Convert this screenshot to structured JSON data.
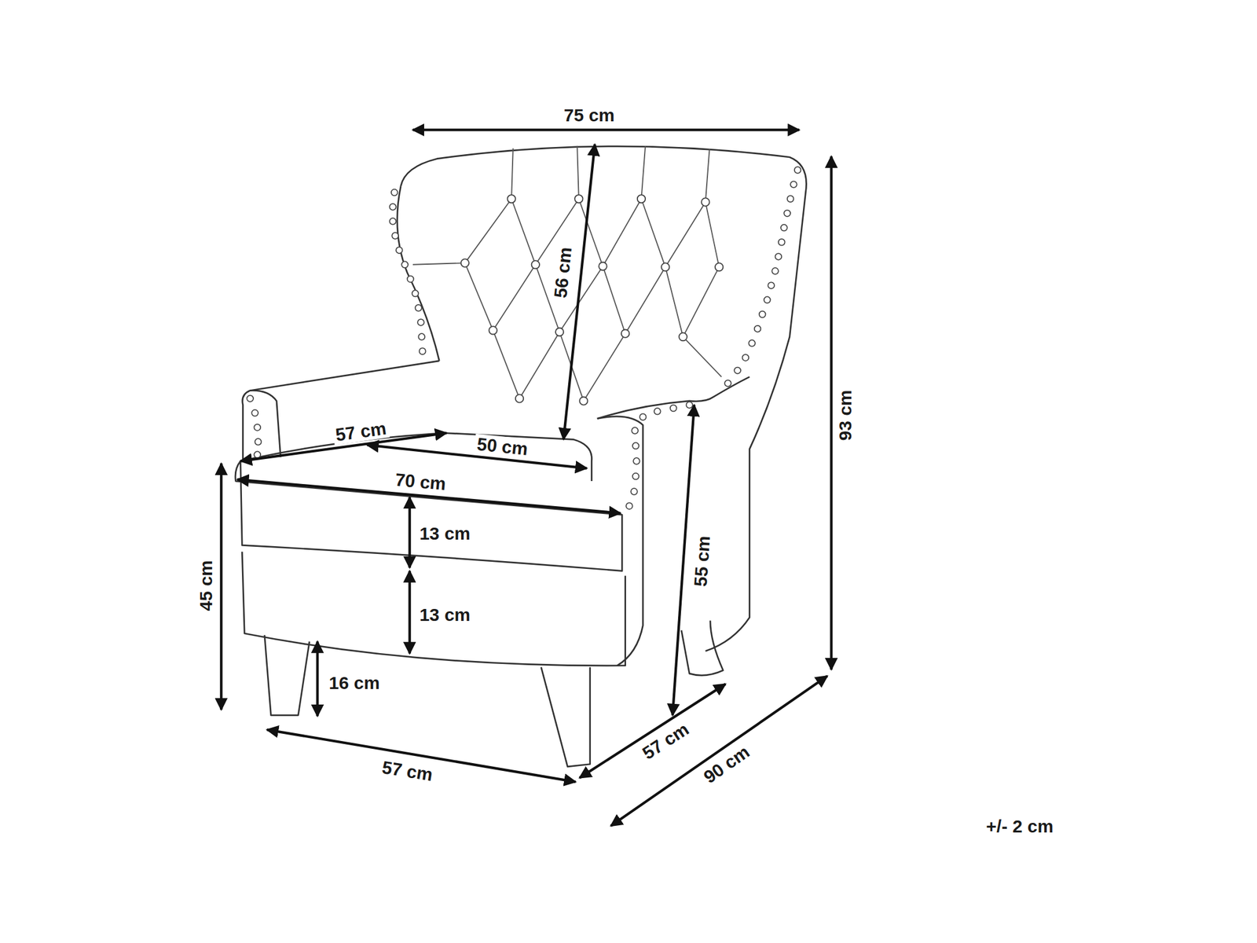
{
  "diagram": {
    "labels": [
      "75 cm",
      "56 cm",
      "93 cm",
      "57 cm",
      "50 cm",
      "70 cm",
      "13 cm",
      "55 cm",
      "45 cm",
      "13 cm",
      "16 cm",
      "57 cm",
      "57 cm",
      "90 cm",
      "+/- 2 cm"
    ]
  }
}
